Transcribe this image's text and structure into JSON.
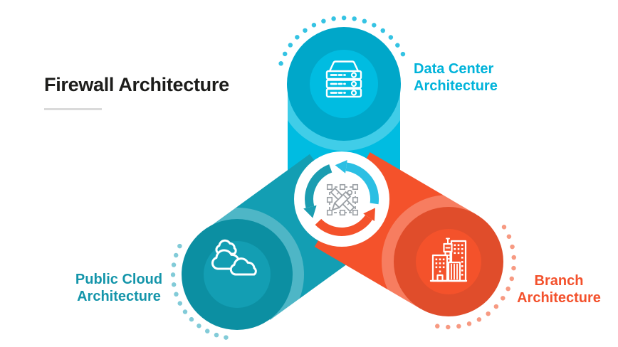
{
  "title": {
    "text": "Firewall Architecture"
  },
  "diagram": {
    "center_icon": "design-tools-cycle-icon",
    "nodes": {
      "data_center": {
        "line1": "Data Center",
        "line2": "Architecture",
        "icon": "server-icon",
        "color": "#00b3da"
      },
      "public_cloud": {
        "line1": "Public Cloud",
        "line2": "Architecture",
        "icon": "cloud-icon",
        "color": "#1495aa"
      },
      "branch": {
        "line1": "Branch",
        "line2": "Architecture",
        "icon": "building-icon",
        "color": "#f3512c"
      }
    }
  },
  "colors": {
    "cyan_base": "#00bce1",
    "cyan_ring": "#00a7c9",
    "cyan_dots": "#35c3e3",
    "teal_base": "#139eb3",
    "teal_ring": "#0c8fa2",
    "teal_dots": "#82cbd8",
    "orange_base": "#f4522b",
    "orange_ring": "#e04d2b",
    "orange_dots": "#f79a82",
    "title_text": "#1d1d1b",
    "underline": "#dadada",
    "center_glyph": "#9ba0a5"
  }
}
